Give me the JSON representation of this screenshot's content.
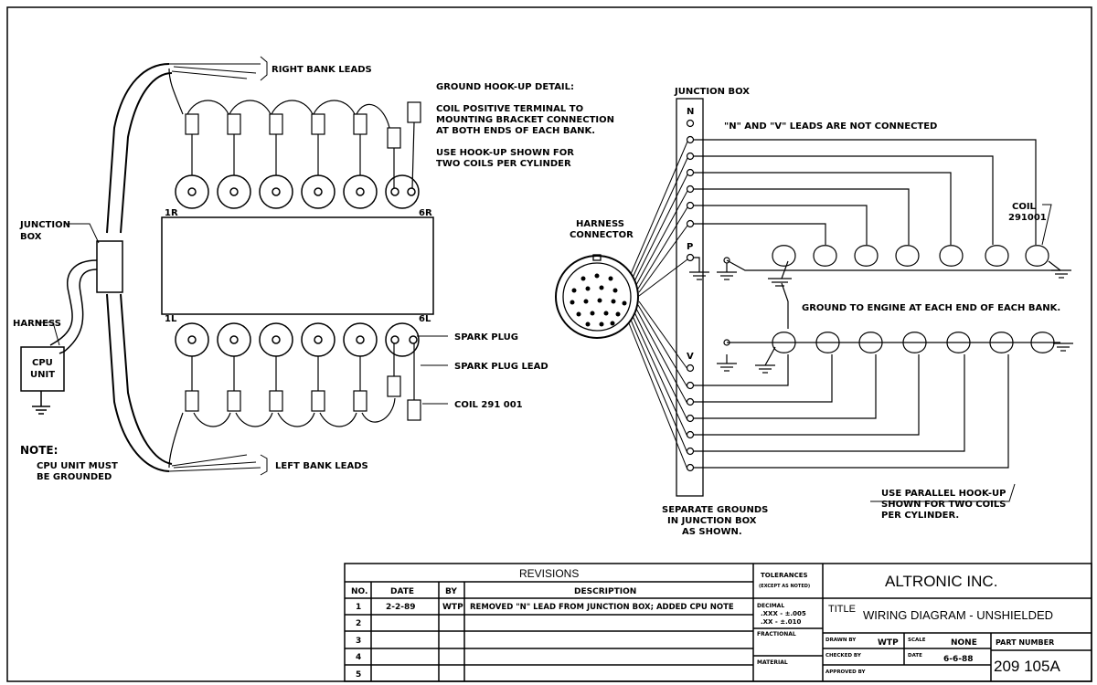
{
  "left_diagram": {
    "right_bank_leads": "RIGHT BANK LEADS",
    "left_bank_leads": "LEFT BANK LEADS",
    "ground_detail": [
      "GROUND HOOK-UP DETAIL:",
      "COIL POSITIVE TERMINAL TO",
      "MOUNTING BRACKET CONNECTION",
      "AT BOTH ENDS OF EACH BANK.",
      "USE HOOK-UP SHOWN FOR",
      "TWO COILS PER CYLINDER"
    ],
    "junction_box": [
      "JUNCTION",
      "BOX"
    ],
    "harness": "HARNESS",
    "cpu_unit": [
      "CPU",
      "UNIT"
    ],
    "note_title": "NOTE:",
    "note_text": [
      "CPU UNIT MUST",
      "BE GROUNDED"
    ],
    "cyl_1r": "1R",
    "cyl_6r": "6R",
    "cyl_1l": "1L",
    "cyl_6l": "6L",
    "spark_plug": "SPARK PLUG",
    "spark_plug_lead": "SPARK PLUG LEAD",
    "coil_label": "COIL 291 001"
  },
  "right_diagram": {
    "junction_box": "JUNCTION BOX",
    "pin_n": "N",
    "pin_p": "P",
    "pin_v": "V",
    "harness_connector": [
      "HARNESS",
      "CONNECTOR"
    ],
    "nv_note": "\"N\" AND \"V\" LEADS ARE NOT CONNECTED",
    "coil_label": [
      "COIL",
      "291001"
    ],
    "ground_engine": "GROUND TO ENGINE AT EACH END OF EACH BANK.",
    "separate_grounds": [
      "SEPARATE GROUNDS",
      "IN JUNCTION BOX",
      "AS SHOWN."
    ],
    "parallel_hookup": [
      "USE PARALLEL HOOK-UP",
      "SHOWN FOR TWO COILS",
      "PER CYLINDER."
    ]
  },
  "title_block": {
    "revisions_title": "REVISIONS",
    "col_no": "NO.",
    "col_date": "DATE",
    "col_by": "BY",
    "col_description": "DESCRIPTION",
    "rows": [
      {
        "no": "1",
        "date": "2-2-89",
        "by": "WTP",
        "description": "REMOVED \"N\" LEAD FROM JUNCTION BOX; ADDED CPU NOTE"
      },
      {
        "no": "2",
        "date": "",
        "by": "",
        "description": ""
      },
      {
        "no": "3",
        "date": "",
        "by": "",
        "description": ""
      },
      {
        "no": "4",
        "date": "",
        "by": "",
        "description": ""
      },
      {
        "no": "5",
        "date": "",
        "by": "",
        "description": ""
      }
    ],
    "tolerances": "TOLERANCES",
    "except_noted": "(EXCEPT AS NOTED)",
    "decimal": "DECIMAL",
    "tol_xxx": ".XXX - ±.005",
    "tol_xx": ".XX - ±.010",
    "fractional": "FRACTIONAL",
    "material": "MATERIAL",
    "company": "ALTRONIC INC.",
    "title_label": "TITLE",
    "title_value": "WIRING DIAGRAM - UNSHIELDED",
    "drawn_by_label": "DRAWN BY",
    "drawn_by": "WTP",
    "scale_label": "SCALE",
    "scale": "NONE",
    "part_number_label": "PART NUMBER",
    "part_number": "209 105A",
    "checked_by_label": "CHECKED BY",
    "date_label": "DATE",
    "date": "6-6-88",
    "approved_by_label": "APPROVED BY"
  }
}
